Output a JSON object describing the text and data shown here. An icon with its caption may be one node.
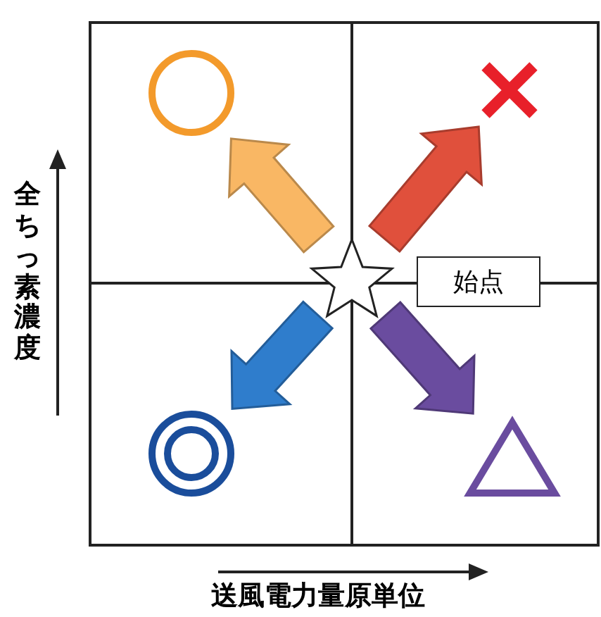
{
  "diagram": {
    "nodes": [
      {
        "text": [],
        "shape": "circle"
      },
      {
        "text": [],
        "shape": "cross"
      },
      {
        "text": [],
        "shape": "star"
      },
      {
        "text": [
          "始点"
        ]
      },
      {
        "text": [],
        "shape": "double-circle"
      },
      {
        "text": [],
        "shape": "triangle"
      }
    ],
    "edges": [
      {
        "from": 2,
        "to": 0,
        "arrow": "to",
        "style": "thick",
        "color": "#f9b764"
      },
      {
        "from": 2,
        "to": 1,
        "arrow": "to",
        "style": "thick",
        "color": "#e0503c"
      },
      {
        "from": 2,
        "to": 4,
        "arrow": "to",
        "style": "thick",
        "color": "#2f7dcc"
      },
      {
        "from": 2,
        "to": 5,
        "arrow": "to",
        "style": "thick",
        "color": "#6a4c9f"
      }
    ],
    "labels": [
      "全ちっ素濃度",
      "送風電力量原単位"
    ]
  }
}
